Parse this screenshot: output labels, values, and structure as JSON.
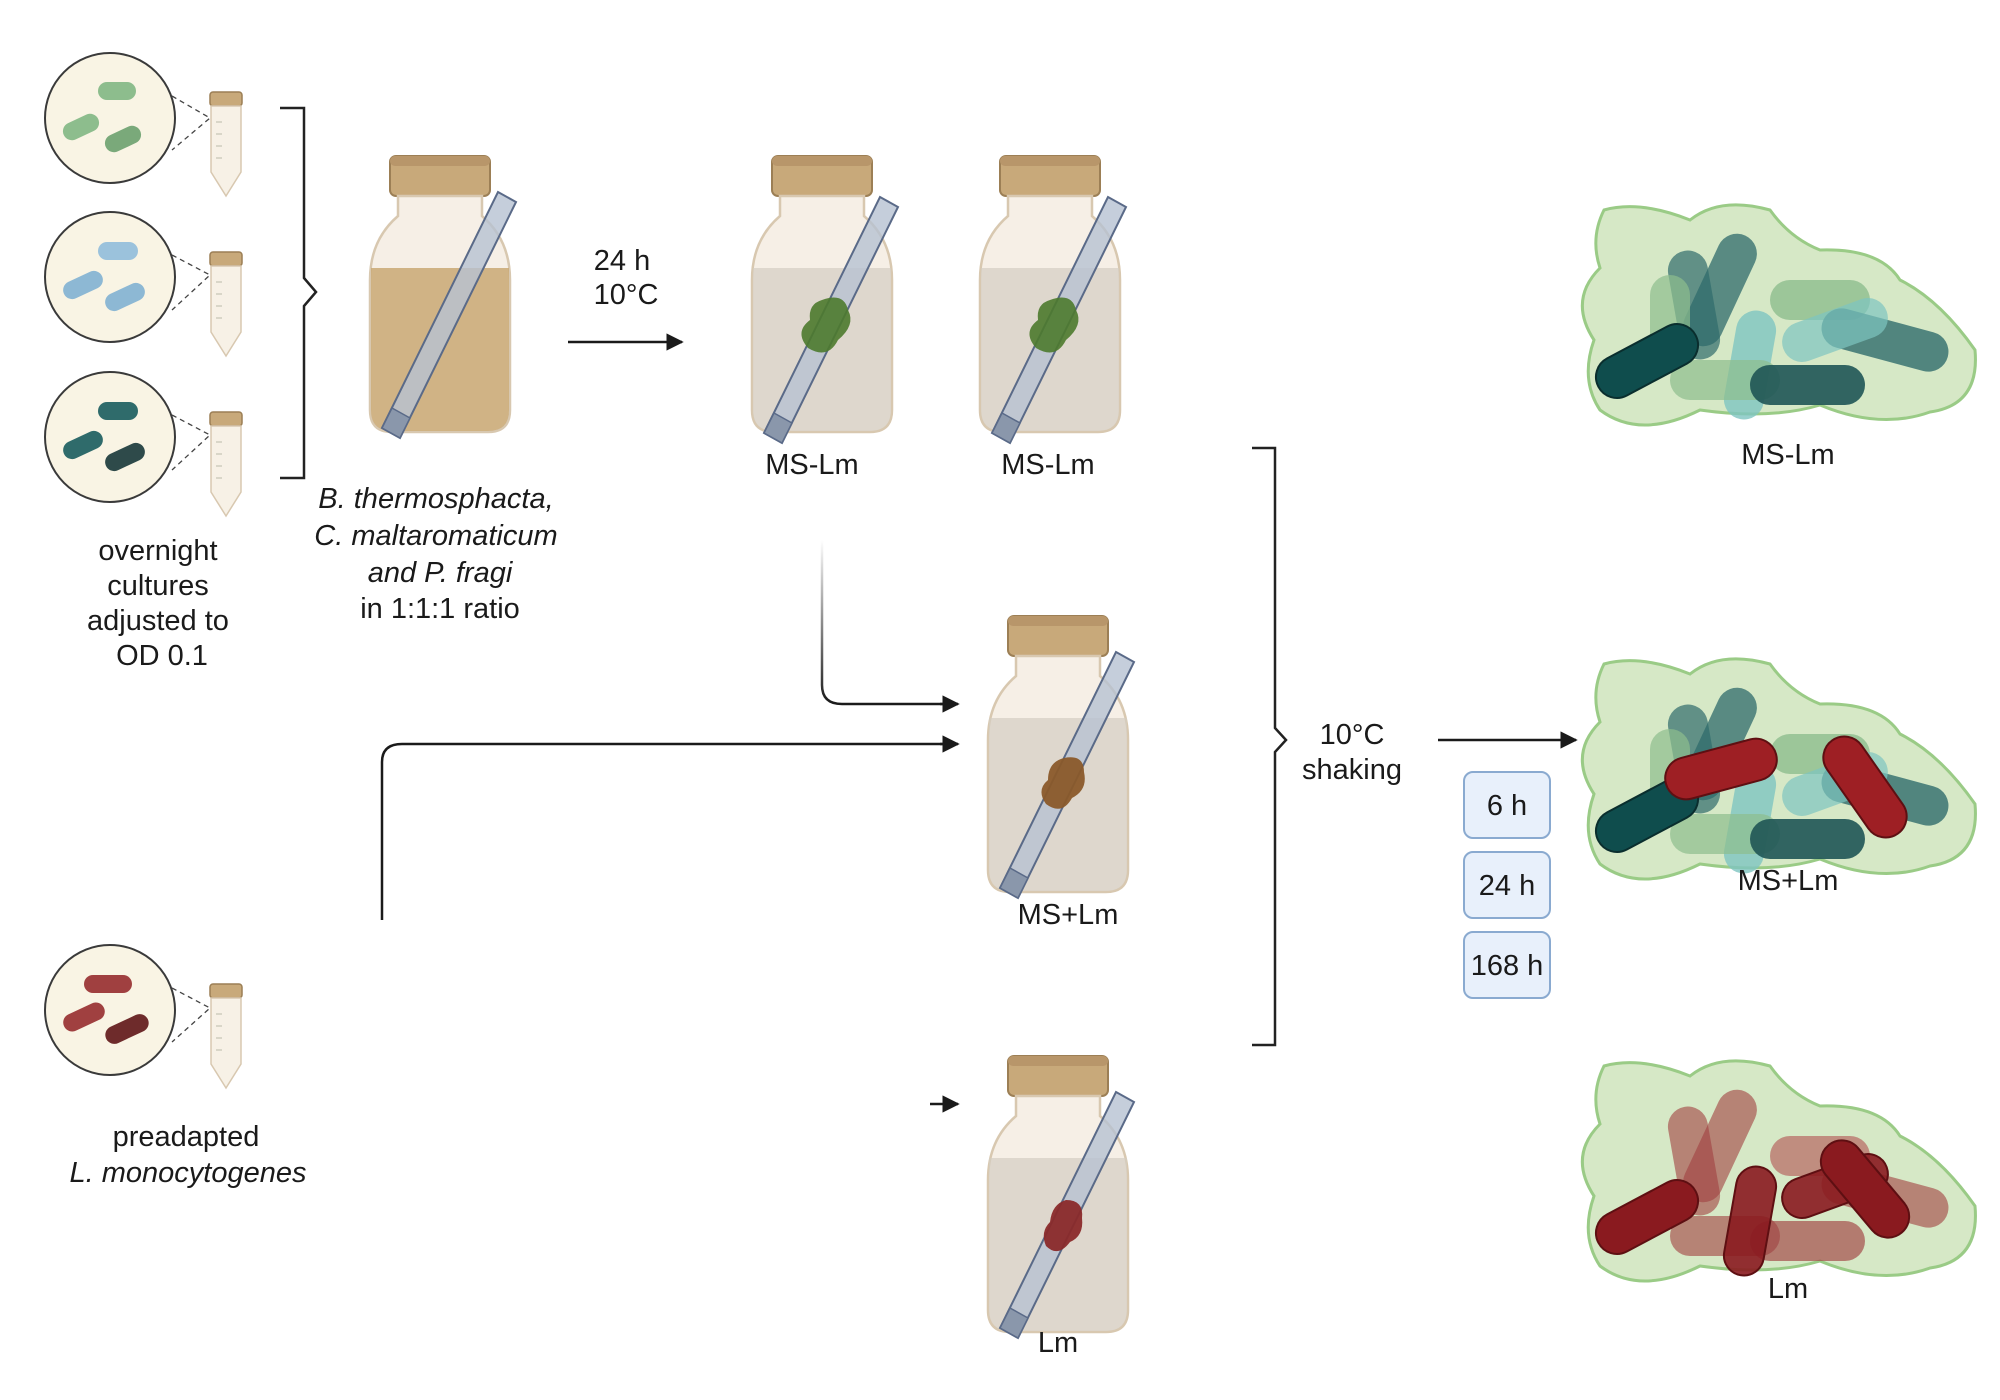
{
  "colors": {
    "dish_bg": "#f9f4e4",
    "dish_stroke": "#3a3a3a",
    "green_bact": "#8dbd8d",
    "blue_bact": "#8db8d4",
    "teal_bact": "#2f6b6b",
    "dark_bact": "#2e4a4a",
    "red_bact": "#a04040",
    "dark_red_bact": "#6e2b2b",
    "cap": "#c8a97a",
    "jar_glass": "#f3ebe0",
    "arrow": "#1a1a1a",
    "time_box_fill": "#e8f0fb",
    "time_box_stroke": "#8aaad0",
    "biofilm_fill": "#d6e8c6",
    "biofilm_stroke": "#9acb86"
  },
  "inputs": {
    "cultures_label": [
      "overnight",
      "cultures",
      "adjusted to",
      "OD 0.1"
    ],
    "mix_label_italic": [
      "B. thermosphacta,",
      "C. maltaromaticum",
      "and P. fragi"
    ],
    "mix_label_plain": "in 1:1:1 ratio",
    "lm_label_plain": "preadapted",
    "lm_label_italic": "L. monocytogenes"
  },
  "step1": {
    "time": "24 h",
    "temp": "10°C"
  },
  "jars": {
    "ms_lm_1": "MS-Lm",
    "ms_lm_2": "MS-Lm",
    "ms_plus_lm": "MS+Lm",
    "lm": "Lm"
  },
  "incubation": {
    "temp": "10°C",
    "mode": "shaking",
    "times": [
      "6 h",
      "24 h",
      "168 h"
    ]
  },
  "biofilms": {
    "ms_lm": "MS-Lm",
    "ms_plus_lm": "MS+Lm",
    "lm": "Lm"
  }
}
